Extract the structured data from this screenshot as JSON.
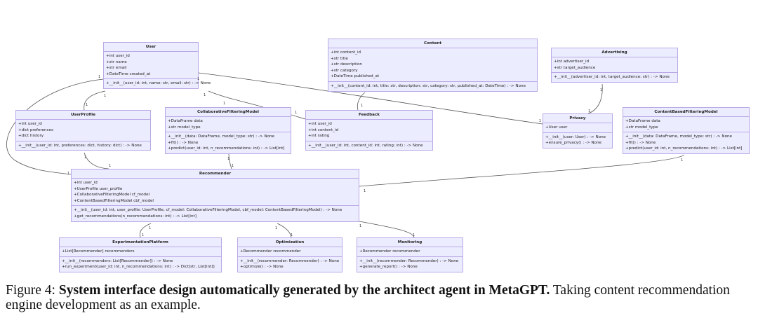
{
  "classes": [
    {
      "name": "User",
      "attributes": [
        "+int user_id",
        "+str name",
        "+str email",
        "+DateTime created_at"
      ],
      "methods": [
        "+__init__(user_id: int, name: str, email: str) : -> None"
      ]
    },
    {
      "name": "Content",
      "attributes": [
        "+int content_id",
        "+str title",
        "+str description",
        "+str category",
        "+DateTime published_at"
      ],
      "methods": [
        "+__init__(content_id: int, title: str, description: str, category: str, published_at: DateTime) : -> None"
      ]
    },
    {
      "name": "Advertising",
      "attributes": [
        "+int advertiser_id",
        "+str target_audience"
      ],
      "methods": [
        "+__init__(advertiser_id: int, target_audience: str) : -> None"
      ]
    },
    {
      "name": "UserProfile",
      "attributes": [
        "+int user_id",
        "+dict preferences",
        "+dict history"
      ],
      "methods": [
        "+__init__(user_id: int, preferences: dict, history: dict) : -> None"
      ]
    },
    {
      "name": "CollaborativeFilteringModel",
      "attributes": [
        "+DataFrame data",
        "+str model_type"
      ],
      "methods": [
        "+__init__(data: DataFrame, model_type: str) : -> None",
        "+fit() : -> None",
        "+predict(user_id: int, n_recommendations: int) : -> List[int]"
      ]
    },
    {
      "name": "Feedback",
      "attributes": [
        "+int user_id",
        "+int content_id",
        "+int rating"
      ],
      "methods": [
        "+__init__(user_id: int, content_id: int, rating: int) : -> None"
      ]
    },
    {
      "name": "Privacy",
      "attributes": [
        "+User user"
      ],
      "methods": [
        "+__init__(user: User) : -> None",
        "+ensure_privacy() : -> None"
      ]
    },
    {
      "name": "ContentBasedFilteringModel",
      "attributes": [
        "+DataFrame data",
        "+str model_type"
      ],
      "methods": [
        "+__init__(data: DataFrame, model_type: str) : -> None",
        "+fit() : -> None",
        "+predict(user_id: int, n_recommendations: int) : -> List[int]"
      ]
    },
    {
      "name": "Recommender",
      "attributes": [
        "+int user_id",
        "+UserProfile user_profile",
        "+CollaborativeFilteringModel cf_model",
        "+ContentBasedFilteringModel cbf_model"
      ],
      "methods": [
        "+__init__(user_id: int, user_profile: UserProfile, cf_model: CollaborativeFilteringModel, cbf_model: ContentBasedFilteringModel) : -> None",
        "+get_recommendations(n_recommendations: int) : -> List[int]"
      ]
    },
    {
      "name": "ExperimentationPlatform",
      "attributes": [
        "+List[Recommender] recommenders"
      ],
      "methods": [
        "+__init__(recommenders: List[Recommender]) : -> None",
        "+run_experiment(user_id: int, n_recommendations: int) : -> Dict[str, List[int]]"
      ]
    },
    {
      "name": "Optimization",
      "attributes": [
        "+Recommender recommender"
      ],
      "methods": [
        "+__init__(recommender: Recommender) : -> None",
        "+optimize() : -> None"
      ]
    },
    {
      "name": "Monitoring",
      "attributes": [
        "+Recommender recommender"
      ],
      "methods": [
        "+__init__(recommender: Recommender) : -> None",
        "+generate_report() : -> None"
      ]
    }
  ],
  "multiplicity": "1",
  "colors": {
    "box_fill": "#ececff",
    "box_border": "#b9a9e6",
    "link": "#555555"
  },
  "caption": {
    "label": "Figure 4: ",
    "bold": "System interface design automatically generated by the architect agent in MetaGPT.",
    "rest": " Taking content recommendation engine development as an example."
  }
}
